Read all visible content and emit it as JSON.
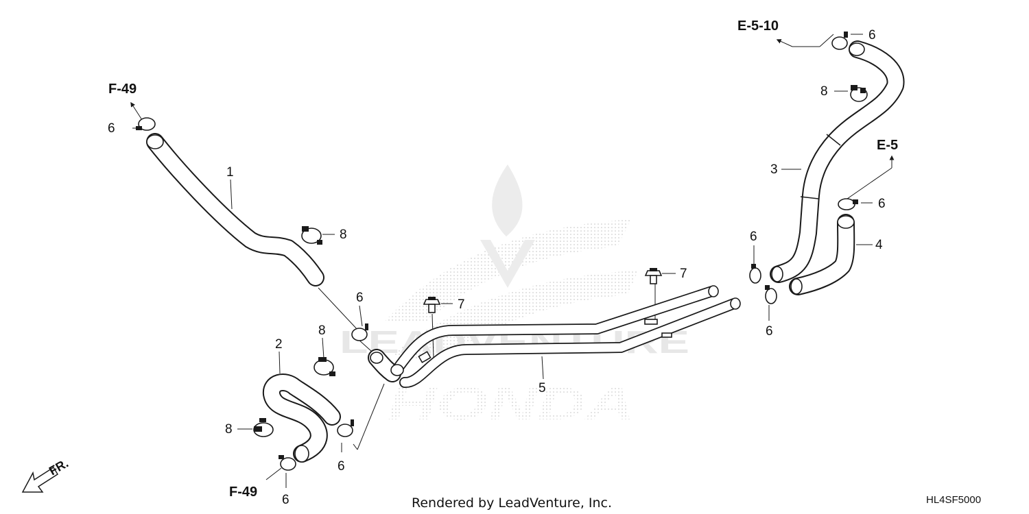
{
  "diagram": {
    "footer": "Rendered by LeadVenture, Inc.",
    "part_code": "HL4SF5000",
    "watermark": {
      "lettering": "LEADVENTURE",
      "brand": "HONDA"
    },
    "front_arrow_label": "FR.",
    "references": {
      "f49_top": "F-49",
      "f49_bottom": "F-49",
      "e510": "E-5-10",
      "e5": "E-5"
    },
    "callouts": {
      "p1": "1",
      "p2": "2",
      "p3": "3",
      "p4": "4",
      "p5": "5",
      "c6_top_left": "6",
      "c6_mid": "6",
      "c6_bottom_mid": "6",
      "c6_bottom": "6",
      "c6_top_right": "6",
      "c6_right": "6",
      "c6_right_upper": "6",
      "c6_right_lower": "6",
      "c7_left": "7",
      "c7_right": "7",
      "c8_upper": "8",
      "c8_mid": "8",
      "c8_low": "8",
      "c8_right": "8"
    }
  }
}
